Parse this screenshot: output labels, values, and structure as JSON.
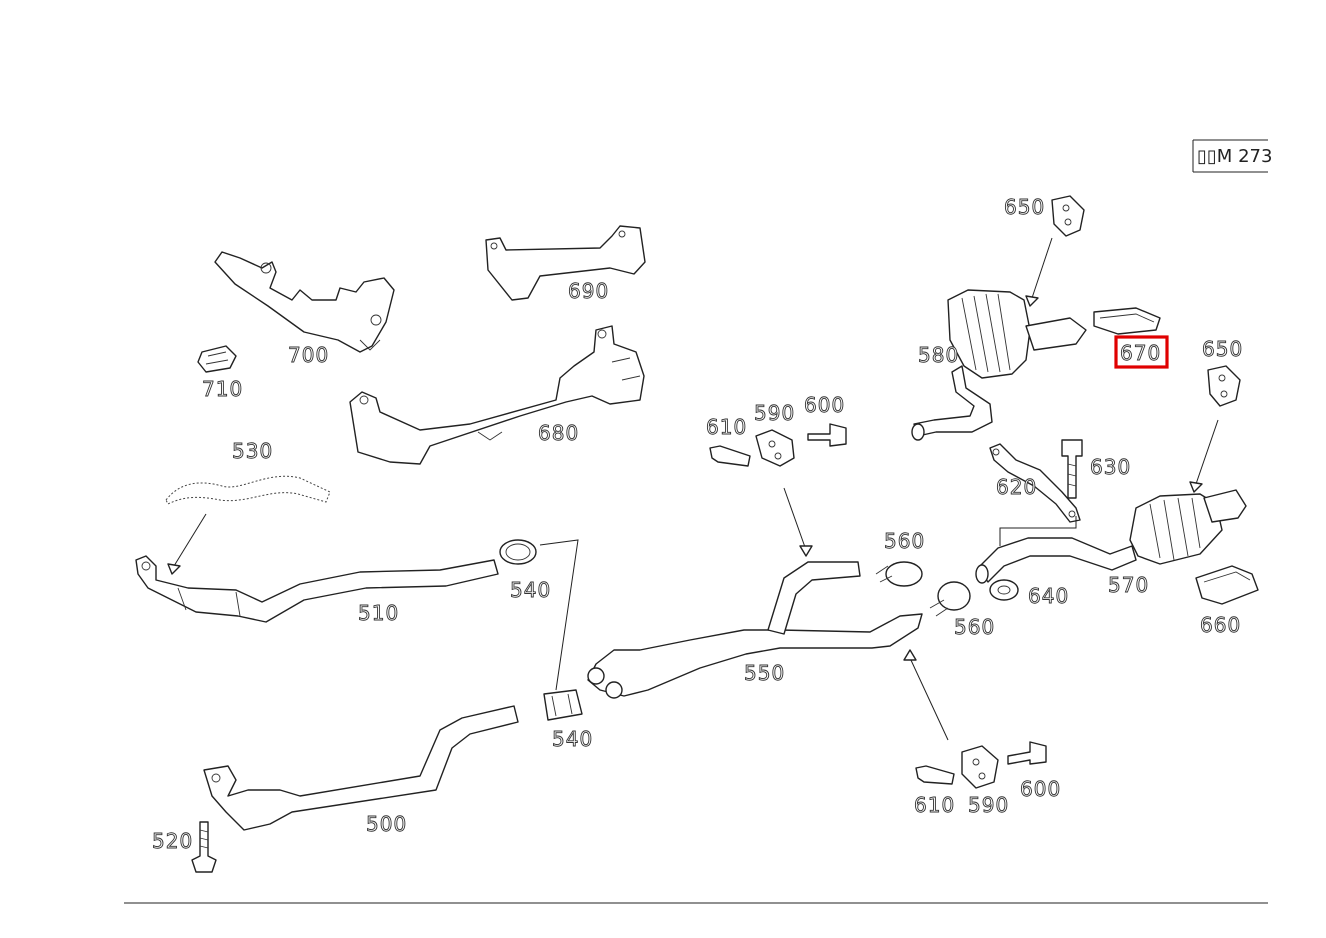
{
  "reference_code": "▯▯M 273",
  "highlighted_part": "670",
  "colors": {
    "highlight": "#e00000",
    "line": "#222222",
    "background": "#ffffff"
  },
  "callouts": {
    "c500": "500",
    "c510": "510",
    "c520": "520",
    "c530": "530",
    "c540a": "540",
    "c540b": "540",
    "c550": "550",
    "c560a": "560",
    "c560b": "560",
    "c570": "570",
    "c580": "580",
    "c590a": "590",
    "c590b": "590",
    "c600a": "600",
    "c600b": "600",
    "c610a": "610",
    "c610b": "610",
    "c620": "620",
    "c630": "630",
    "c640": "640",
    "c650a": "650",
    "c650b": "650",
    "c660": "660",
    "c670": "670",
    "c680": "680",
    "c690": "690",
    "c700": "700",
    "c710": "710"
  }
}
